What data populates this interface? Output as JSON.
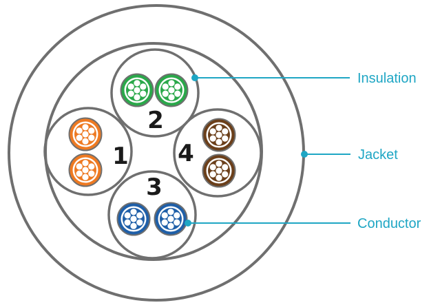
{
  "colors": {
    "outline": "#6f6f6f",
    "callout": "#1ea6c4",
    "pairs": {
      "1": "#ee7a22",
      "2": "#2aa84a",
      "3": "#1f5fa8",
      "4": "#6b3f1a"
    }
  },
  "pairs": [
    {
      "number": "1",
      "color_name": "orange"
    },
    {
      "number": "2",
      "color_name": "green"
    },
    {
      "number": "3",
      "color_name": "blue"
    },
    {
      "number": "4",
      "color_name": "brown"
    }
  ],
  "callouts": [
    {
      "label": "Insulation"
    },
    {
      "label": "Jacket"
    },
    {
      "label": "Conductor"
    }
  ]
}
